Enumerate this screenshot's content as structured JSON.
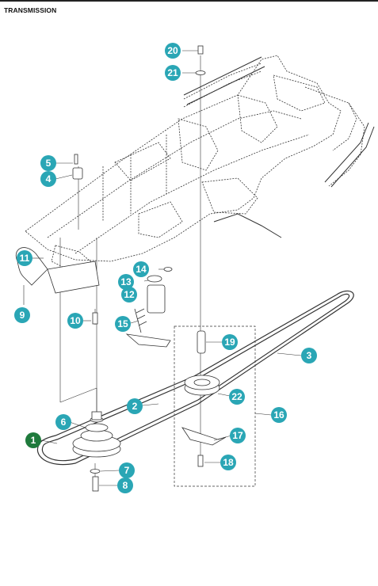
{
  "page_title": "TRANSMISSION",
  "colors": {
    "callout": "#2aa6b5",
    "callout_primary": "#1f7a3c",
    "line": "#333333"
  },
  "callouts": [
    "1",
    "2",
    "3",
    "4",
    "5",
    "6",
    "7",
    "8",
    "9",
    "10",
    "11",
    "12",
    "13",
    "14",
    "15",
    "16",
    "17",
    "18",
    "19",
    "20",
    "21",
    "22"
  ]
}
